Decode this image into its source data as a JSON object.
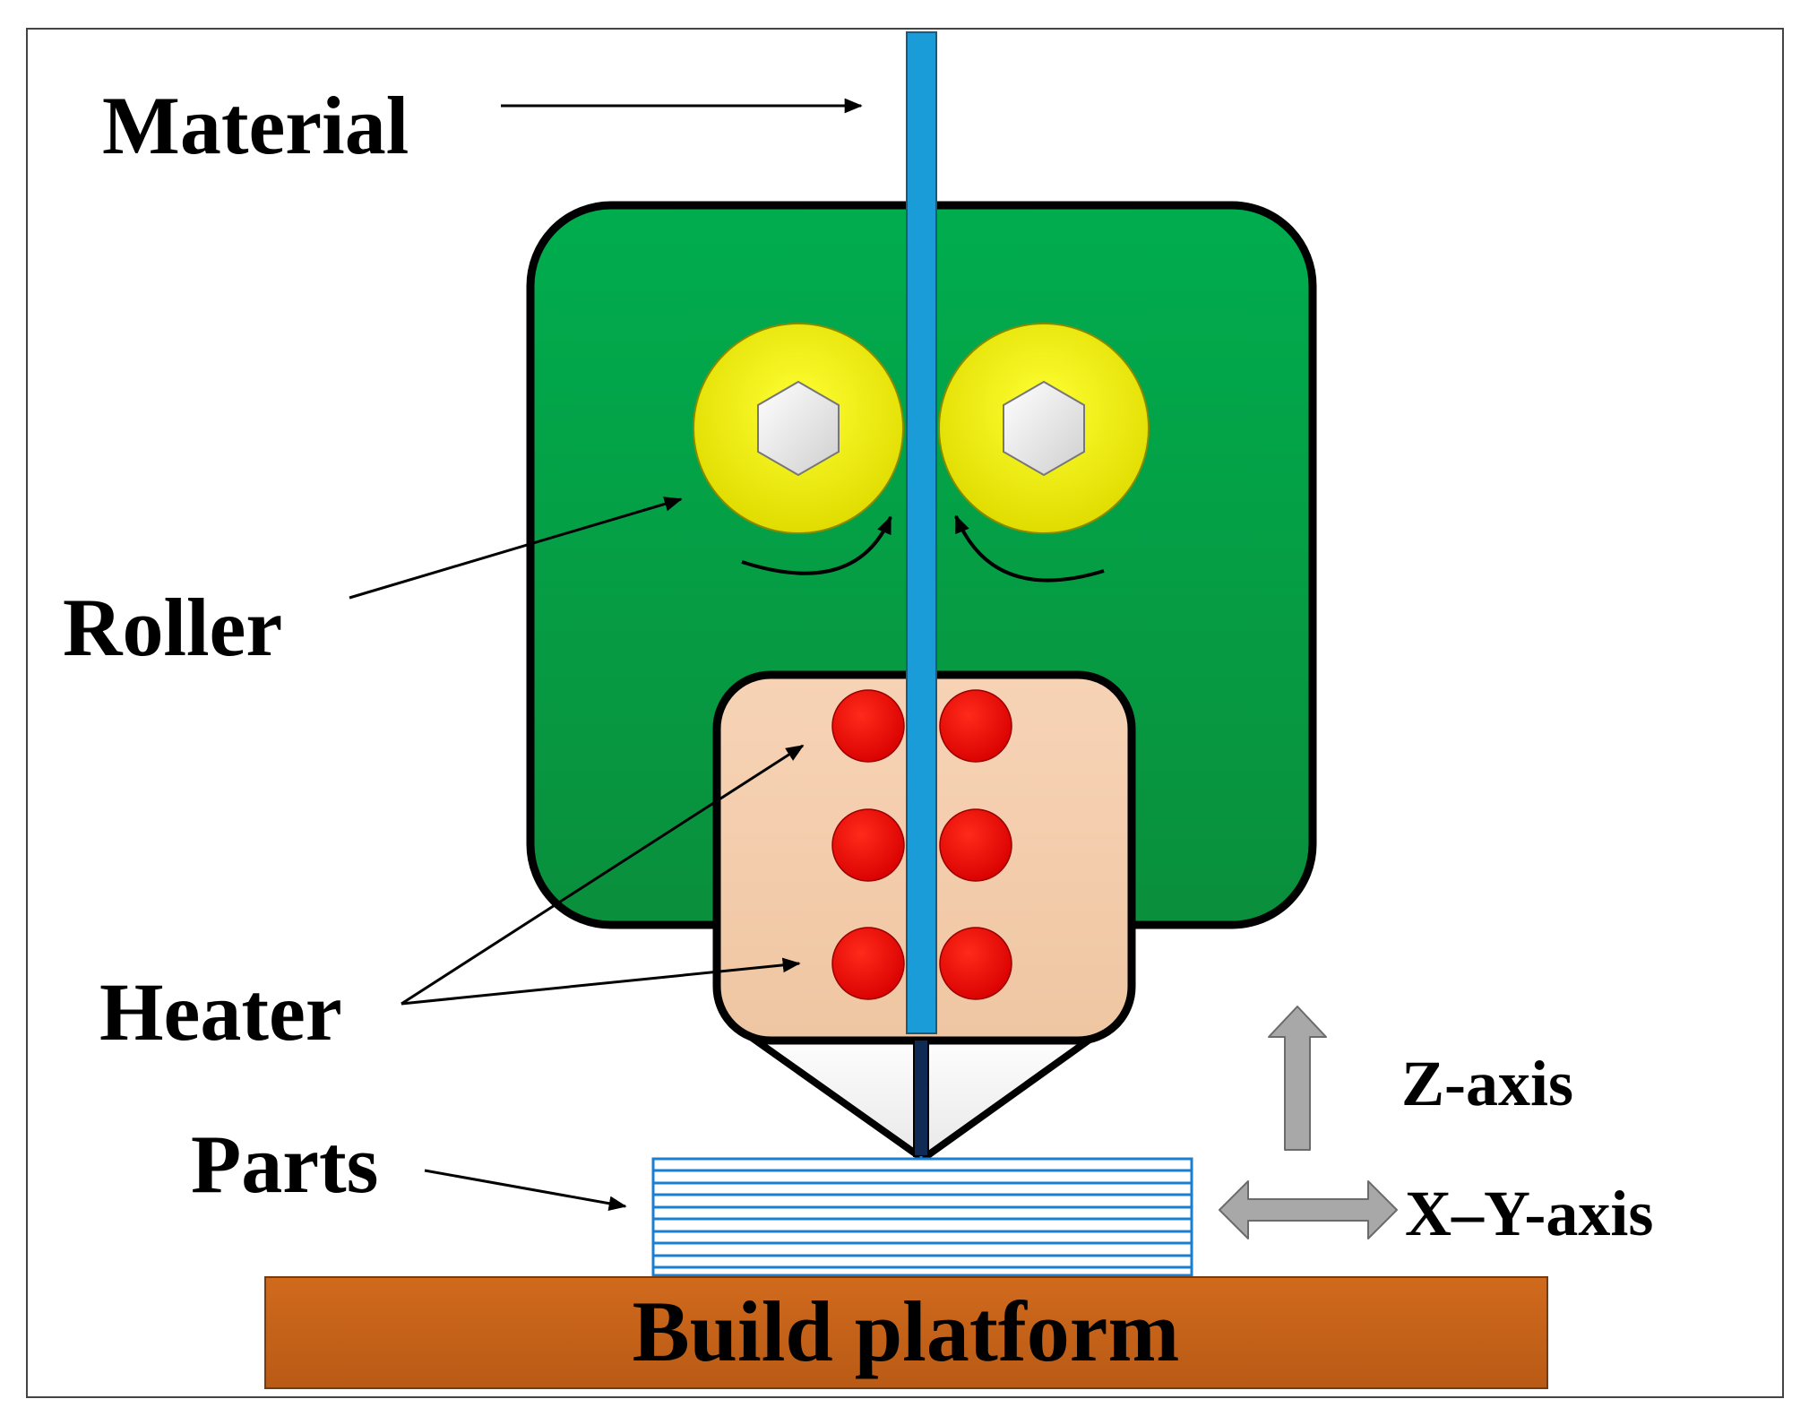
{
  "labels": {
    "material": "Material",
    "roller": "Roller",
    "heater": "Heater",
    "parts": "Parts",
    "z_axis": "Z-axis",
    "xy_axis": "X–Y-axis",
    "build_platform": "Build platform"
  },
  "colors": {
    "extruder_body": "#0a9e45",
    "heater_block": "#f2c9a6",
    "filament": "#1a9cd8",
    "roller": "#f2ee0a",
    "heater_element": "#e60000",
    "build_platform": "#c5621a",
    "layers": "#1b7fd1",
    "axis_arrow": "#a8a8a8"
  },
  "icons": {
    "roller_hub": "hexagon-icon",
    "rotation": "curved-arrow-icon",
    "heater_element": "red-circle-icon",
    "axis": "block-arrow-icon"
  }
}
